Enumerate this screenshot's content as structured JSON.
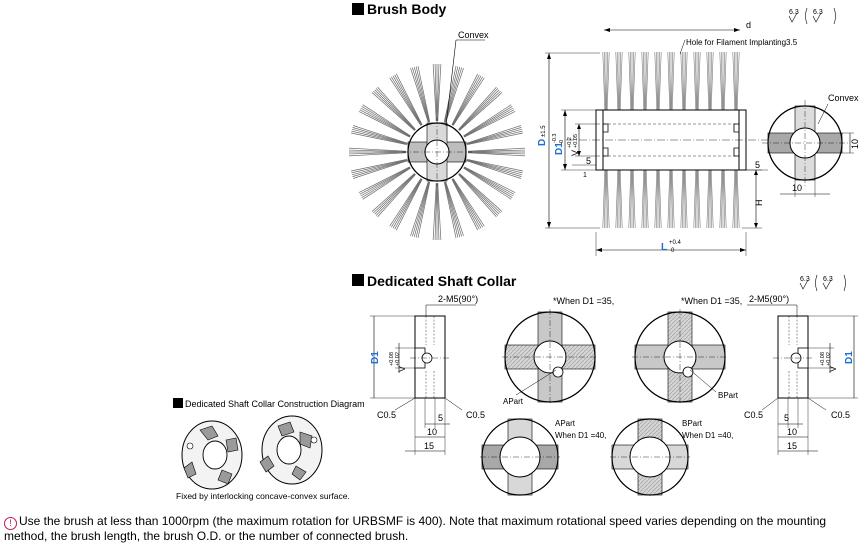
{
  "sections": {
    "brush_body": "Brush Body",
    "shaft_collar": "Dedicated Shaft Collar",
    "construction": "Dedicated Shaft Collar Construction Diagram"
  },
  "brush_body": {
    "convex_left": "Convex",
    "convex_right": "Convex",
    "d_small": "d",
    "hole_label": "Hole for Filament Implanting3.5",
    "D_label": "D",
    "D_tol": "±1.5",
    "D1_label": "D1",
    "D1_tol_top": "-0.3",
    "D1_tol_bot": "0",
    "V_label": "V",
    "V_tol_top": "+0.2",
    "V_tol_bot": "+0.05",
    "dim_5a": "5",
    "dim_5b": "5",
    "dim_1": "1",
    "dim_H": "H",
    "dim_L": "L",
    "L_tol_top": "+0.4",
    "L_tol_bot": "0",
    "dim_10_side": "10",
    "dim_10_bottom": "10",
    "surface_a": "6.3",
    "surface_b": "6.3"
  },
  "collar": {
    "thread_left": "2-M5(90°)",
    "thread_right": "2-M5(90°)",
    "when35_left": "*When D1 =35,",
    "when35_right": "*When D1 =35,",
    "D1_left": "D1",
    "D1_right": "D1",
    "V_left": "V",
    "V_right": "V",
    "V_tol_top": "+0.08",
    "V_tol_bot": "+0.02",
    "c05_a": "C0.5",
    "c05_b": "C0.5",
    "c05_c": "C0.5",
    "c05_d": "C0.5",
    "dim5_left": "5",
    "dim10_left": "10",
    "dim15_left": "15",
    "dim5_right": "5",
    "dim10_right": "10",
    "dim15_right": "15",
    "apart_a": "APart",
    "bpart_a": "BPart",
    "apart_b": "APart",
    "when40_a": "When D1 =40,",
    "bpart_b": "BPart",
    "when40_b": "When D1 =40,",
    "surface_a": "6.3",
    "surface_b": "6.3"
  },
  "construction_caption": "Fixed by interlocking concave-convex surface.",
  "note": "Use the brush at less than 1000rpm (the maximum rotation for URBSMF is 400). Note that maximum rotational speed varies depending on the mounting method, the brush length, the brush O.D. or the number of connected brush.",
  "colors": {
    "dimension_blue": "#1f6fd1",
    "note_icon": "#c2185b",
    "shade": "#b8b8b8"
  }
}
